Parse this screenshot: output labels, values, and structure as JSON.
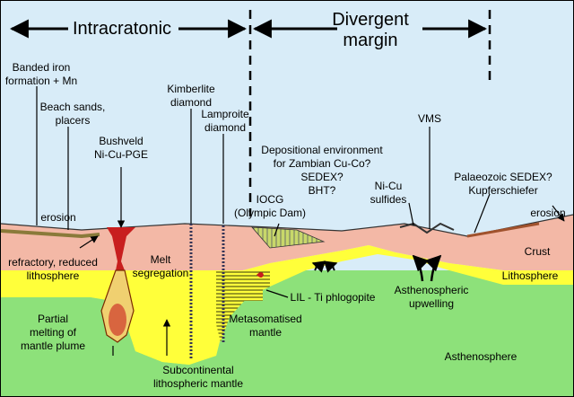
{
  "header": {
    "left": "Intracratonic",
    "right_line1": "Divergent",
    "right_line2": "margin"
  },
  "labels": {
    "banded_iron_1": "Banded iron",
    "banded_iron_2": "formation + Mn",
    "beach_1": "Beach sands,",
    "beach_2": "placers",
    "bushveld_1": "Bushveld",
    "bushveld_2": "Ni-Cu-PGE",
    "kimberlite_1": "Kimberlite",
    "kimberlite_2": "diamond",
    "lamproite_1": "Lamproite",
    "lamproite_2": "diamond",
    "zambian_1": "Depositional environment",
    "zambian_2": "for Zambian Cu-Co?",
    "zambian_3": "SEDEX?",
    "zambian_4": "BHT?",
    "vms": "VMS",
    "paleozoic_1": "Palaeozoic SEDEX?",
    "paleozoic_2": "Kupferschiefer",
    "iocg_1": "IOCG",
    "iocg_2": "(Olympic Dam)",
    "nicu_1": "Ni-Cu",
    "nicu_2": "sulfides",
    "erosion_left": "erosion",
    "erosion_right": "erosion",
    "crust": "Crust",
    "lithosphere": "Lithosphere",
    "refractory_1": "refractory, reduced",
    "refractory_2": "lithosphere",
    "melt_1": "Melt",
    "melt_2": "segregation",
    "lil": "LIL - Ti phlogopite",
    "upwelling_1": "Asthenospheric",
    "upwelling_2": "upwelling",
    "metasomatised_1": "Metasomatised",
    "metasomatised_2": "mantle",
    "partial_1": "Partial",
    "partial_2": "melting of",
    "partial_3": "mantle plume",
    "subcontinental_1": "Subcontinental",
    "subcontinental_2": "lithospheric mantle",
    "asthenosphere": "Asthenosphere"
  },
  "colors": {
    "sky": "#d8ecf8",
    "crust": "#f3b8a6",
    "lithosphere": "#ffff3a",
    "asthenosphere": "#8de17a",
    "magma": "#c81e1e",
    "sediment": "#8a7a3a",
    "iocg": "#c8d86a"
  }
}
